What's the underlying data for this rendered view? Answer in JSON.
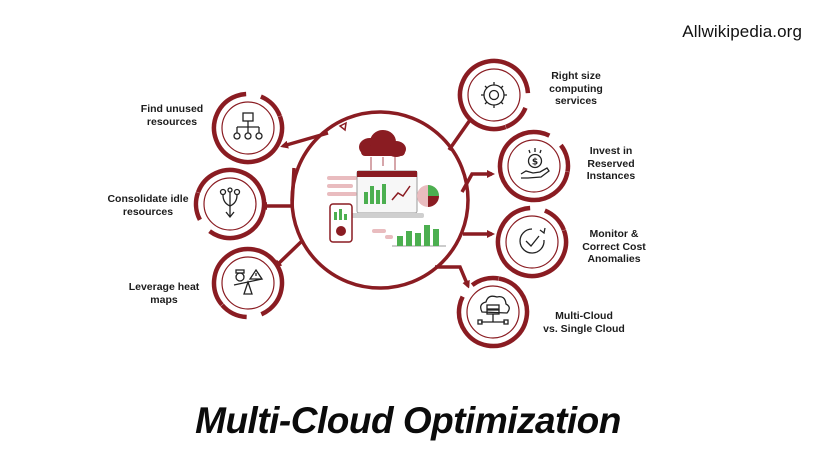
{
  "watermark": "Allwikipedia.org",
  "title": "Multi-Cloud Optimization",
  "colors": {
    "accent": "#8a1c22",
    "accent_light": "#e9bcbf",
    "chart_green": "#4caf50",
    "text": "#1c1c1c"
  },
  "nodes": {
    "find_unused": {
      "label": "Find unused\nresources",
      "icon": "hierarchy-icon"
    },
    "consolidate": {
      "label": "Consolidate idle\nresources",
      "icon": "merge-arrows-icon"
    },
    "heat_maps": {
      "label": "Leverage heat\nmaps",
      "icon": "balance-scale-icon"
    },
    "right_size": {
      "label": "Right size\ncomputing\nservices",
      "icon": "gear-icon"
    },
    "reserved": {
      "label": "Invest in\nReserved\nInstances",
      "icon": "dollar-hand-icon"
    },
    "monitor": {
      "label": "Monitor &\nCorrect Cost\nAnomalies",
      "icon": "check-badge-icon"
    },
    "multicloud": {
      "label": "Multi-Cloud\nvs. Single Cloud",
      "icon": "cloud-server-icon"
    }
  }
}
